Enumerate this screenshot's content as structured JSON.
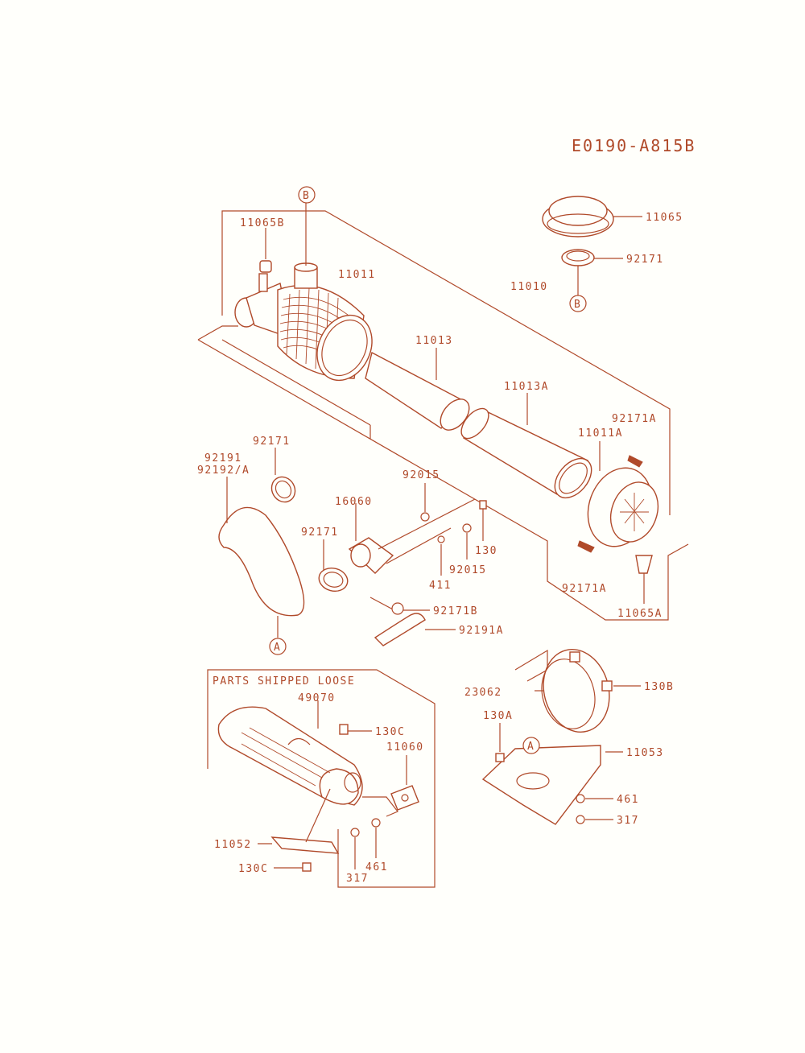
{
  "diagram_code": "E0190-A815B",
  "section_title": "PARTS SHIPPED LOOSE",
  "colors": {
    "line": "#b04a2a",
    "background": "#fffffb"
  },
  "callouts": {
    "B_top": "B",
    "B_right": "B",
    "A_left": "A",
    "A_bottom": "A"
  },
  "labels": {
    "p11065B": "11065B",
    "p11011": "11011",
    "p11010": "11010",
    "p11065": "11065",
    "p92171_top": "92171",
    "p11013": "11013",
    "p11013A": "11013A",
    "p92171A_top": "92171A",
    "p11011A": "11011A",
    "p92171_left": "92171",
    "p92191": "92191",
    "p92192A": "92192/A",
    "p92015_top": "92015",
    "p16060": "16060",
    "p92171_mid": "92171",
    "p130": "130",
    "p411": "411",
    "p92015_bot": "92015",
    "p92171A_bot": "92171A",
    "p11065A": "11065A",
    "p92171B": "92171B",
    "p92191A": "92191A",
    "p49070": "49070",
    "p130C_top": "130C",
    "p11060": "11060",
    "p11052": "11052",
    "p130C_bot": "130C",
    "p317_left": "317",
    "p461_left": "461",
    "p23062": "23062",
    "p130B": "130B",
    "p130A": "130A",
    "p11053": "11053",
    "p461_right": "461",
    "p317_right": "317"
  }
}
